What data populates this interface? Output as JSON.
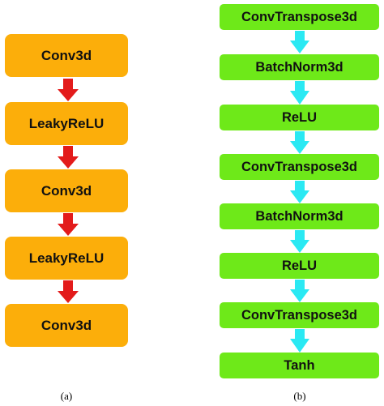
{
  "colors": {
    "orange_fill": "#fcae0a",
    "orange_arrow": "#e31b1b",
    "green_fill": "#6ee919",
    "green_arrow": "#2ae9f3"
  },
  "panel_a": {
    "nodes": [
      {
        "label": "Conv3d"
      },
      {
        "label": "LeakyReLU"
      },
      {
        "label": "Conv3d"
      },
      {
        "label": "LeakyReLU"
      },
      {
        "label": "Conv3d"
      }
    ],
    "caption": "(a)"
  },
  "panel_b": {
    "nodes": [
      {
        "label": "ConvTranspose3d"
      },
      {
        "label": "BatchNorm3d"
      },
      {
        "label": "ReLU"
      },
      {
        "label": "ConvTranspose3d"
      },
      {
        "label": "BatchNorm3d"
      },
      {
        "label": "ReLU"
      },
      {
        "label": "ConvTranspose3d"
      },
      {
        "label": "Tanh"
      }
    ],
    "caption": "(b)"
  }
}
